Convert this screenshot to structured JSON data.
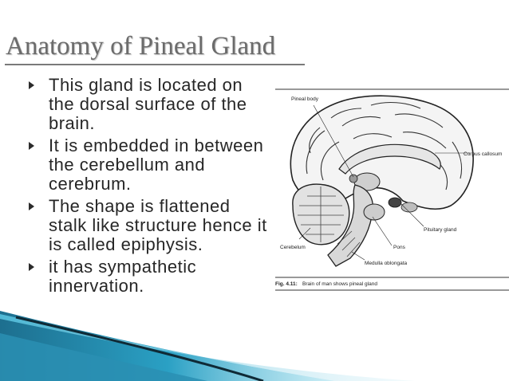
{
  "slide": {
    "title": "Anatomy of Pineal Gland",
    "bullets": [
      "This gland is located on the dorsal surface of the brain.",
      "It is embedded in between the cerebellum and cerebrum.",
      "The shape is flattened stalk like structure hence it is called epiphysis.",
      "it has sympathetic innervation."
    ]
  },
  "figure": {
    "labels": {
      "pineal_body": "Pineal body",
      "corpus_callosum": "Corpus callosum",
      "pituitary_gland": "Pituitary gland",
      "pons": "Pons",
      "cerebellum": "Cerebelum",
      "medulla": "Medulla oblongata"
    },
    "caption_num": "Fig. 4.11:",
    "caption_text": "Brain of man shows pineal gland"
  },
  "colors": {
    "title": "#6b6b6b",
    "text": "#262626",
    "swoosh_dark": "#1d6f8f",
    "swoosh_light": "#7fd0e6"
  }
}
